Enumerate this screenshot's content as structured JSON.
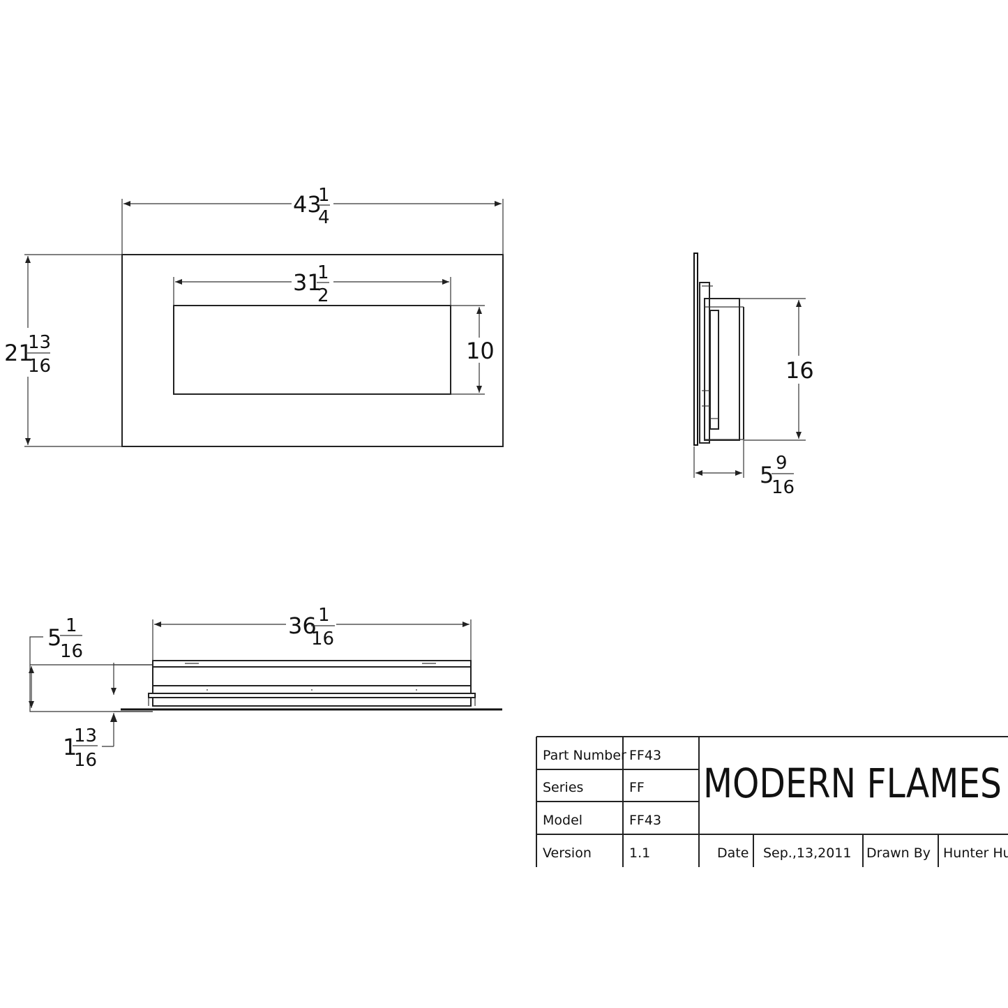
{
  "front_view": {
    "overall_width": {
      "whole": "43",
      "num": "1",
      "den": "4"
    },
    "opening_width": {
      "whole": "31",
      "num": "1",
      "den": "2"
    },
    "opening_height": "10",
    "overall_height": {
      "whole": "21",
      "num": "13",
      "den": "16"
    }
  },
  "side_view": {
    "height": "16",
    "depth": {
      "whole": "5",
      "num": "9",
      "den": "16"
    }
  },
  "top_view": {
    "width": {
      "whole": "36",
      "num": "1",
      "den": "16"
    },
    "depth": {
      "whole": "5",
      "num": "1",
      "den": "16"
    },
    "flange": {
      "whole": "1",
      "num": "13",
      "den": "16"
    }
  },
  "title_block": {
    "part_number_label": "Part Number",
    "part_number": "FF43",
    "series_label": "Series",
    "series": "FF",
    "model_label": "Model",
    "model": "FF43",
    "version_label": "Version",
    "version": "1.1",
    "brand": "MODERN FLAMES",
    "date_label": "Date",
    "date": "Sep.,13,2011",
    "drawn_by_label": "Drawn By",
    "drawn_by": "Hunter Hu"
  }
}
